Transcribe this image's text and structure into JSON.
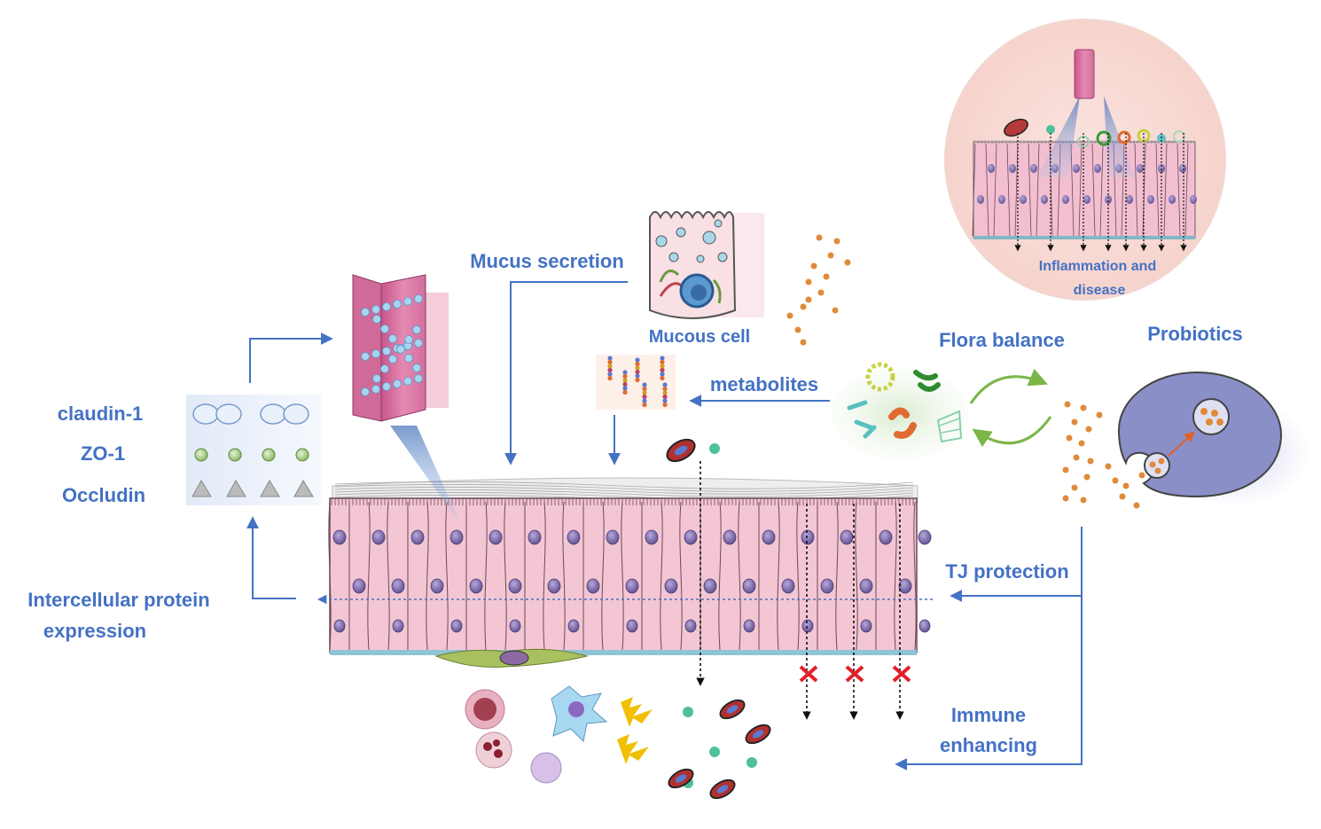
{
  "labels": {
    "mucus_secretion": "Mucus secretion",
    "mucous_cell": "Mucous cell",
    "metabolites": "metabolites",
    "flora_balance": "Flora balance",
    "probiotics": "Probiotics",
    "inflammation_line1": "Inflammation and",
    "inflammation_line2": "disease",
    "claudin": "claudin-1",
    "zo1": "ZO-1",
    "occludin": "Occludin",
    "intercellular_line1": "Intercellular protein",
    "intercellular_line2": "expression",
    "tj_protection": "TJ protection",
    "immune_line1": "Immune",
    "immune_line2": "enhancing"
  },
  "colors": {
    "label_blue": "#4472c4",
    "arrow_blue": "#4472c4",
    "cell_pink": "#f4c6d4",
    "cell_outline": "#6a4a58",
    "nucleus": "#7a6aa8",
    "probiotic_dot": "#e08a3a",
    "probiotic_cell": "#8a8fc8",
    "block_red": "#e0202a",
    "cycle_green": "#7ab648"
  },
  "icons": {
    "block_marks": "red-x-icon",
    "lightning": "lightning-bolt-icon",
    "virus": "virus-icon",
    "bacterium": "bacterium-icon"
  }
}
